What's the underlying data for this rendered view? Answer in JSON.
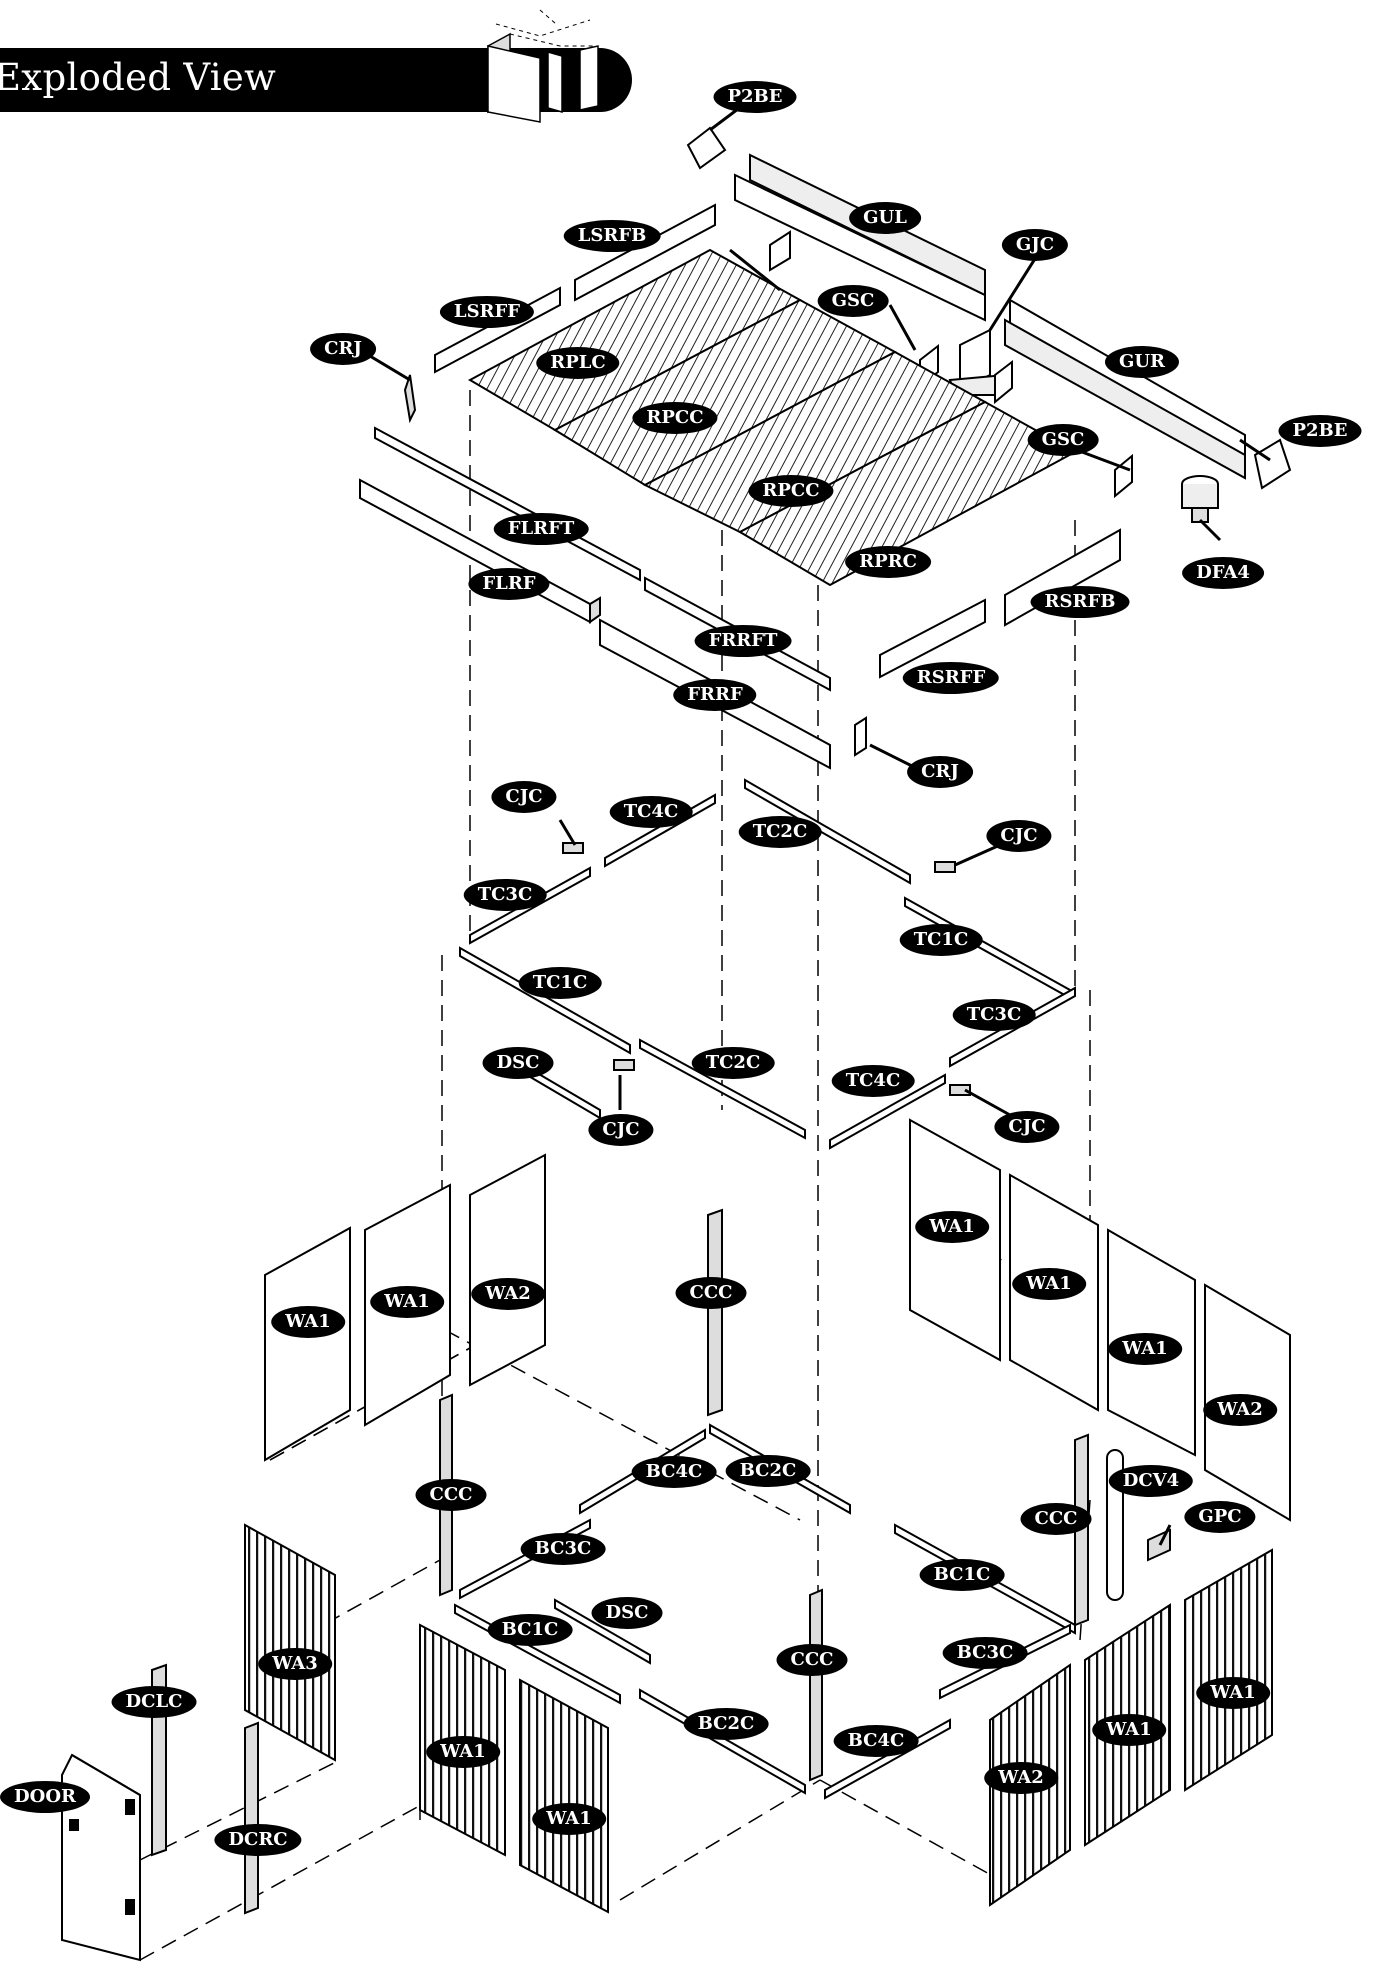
{
  "title": "Exploded View",
  "labels": [
    {
      "id": "p2be-top",
      "text": "P2BE"
    },
    {
      "id": "gul",
      "text": "GUL"
    },
    {
      "id": "gjc",
      "text": "GJC"
    },
    {
      "id": "lsrfb",
      "text": "LSRFB"
    },
    {
      "id": "gsc-top",
      "text": "GSC"
    },
    {
      "id": "lsrff",
      "text": "LSRFF"
    },
    {
      "id": "crj-top",
      "text": "CRJ"
    },
    {
      "id": "rplc",
      "text": "RPLC"
    },
    {
      "id": "gur",
      "text": "GUR"
    },
    {
      "id": "rpcc-1",
      "text": "RPCC"
    },
    {
      "id": "p2be-right",
      "text": "P2BE"
    },
    {
      "id": "gsc-right",
      "text": "GSC"
    },
    {
      "id": "rpcc-2",
      "text": "RPCC"
    },
    {
      "id": "flrft",
      "text": "FLRFT"
    },
    {
      "id": "rprc",
      "text": "RPRC"
    },
    {
      "id": "dfa4",
      "text": "DFA4"
    },
    {
      "id": "flrf",
      "text": "FLRF"
    },
    {
      "id": "rsrfb",
      "text": "RSRFB"
    },
    {
      "id": "frrft",
      "text": "FRRFT"
    },
    {
      "id": "rsrff",
      "text": "RSRFF"
    },
    {
      "id": "frrf",
      "text": "FRRF"
    },
    {
      "id": "crj-mid",
      "text": "CRJ"
    },
    {
      "id": "cjc-1",
      "text": "CJC"
    },
    {
      "id": "tc4c-1",
      "text": "TC4C"
    },
    {
      "id": "tc2c-1",
      "text": "TC2C"
    },
    {
      "id": "cjc-2",
      "text": "CJC"
    },
    {
      "id": "tc3c-1",
      "text": "TC3C"
    },
    {
      "id": "tc1c-1",
      "text": "TC1C"
    },
    {
      "id": "tc1c-2",
      "text": "TC1C"
    },
    {
      "id": "tc3c-2",
      "text": "TC3C"
    },
    {
      "id": "dsc-1",
      "text": "DSC"
    },
    {
      "id": "tc2c-2",
      "text": "TC2C"
    },
    {
      "id": "tc4c-2",
      "text": "TC4C"
    },
    {
      "id": "cjc-3",
      "text": "CJC"
    },
    {
      "id": "cjc-4",
      "text": "CJC"
    },
    {
      "id": "wa1-r1",
      "text": "WA1"
    },
    {
      "id": "wa1-l1",
      "text": "WA1"
    },
    {
      "id": "wa1-l2",
      "text": "WA1"
    },
    {
      "id": "wa2-l",
      "text": "WA2"
    },
    {
      "id": "ccc-1",
      "text": "CCC"
    },
    {
      "id": "wa1-r2",
      "text": "WA1"
    },
    {
      "id": "wa1-r3",
      "text": "WA1"
    },
    {
      "id": "wa2-r",
      "text": "WA2"
    },
    {
      "id": "bc4c-1",
      "text": "BC4C"
    },
    {
      "id": "bc2c-1",
      "text": "BC2C"
    },
    {
      "id": "dcv4",
      "text": "DCV4"
    },
    {
      "id": "ccc-2",
      "text": "CCC"
    },
    {
      "id": "ccc-3",
      "text": "CCC"
    },
    {
      "id": "gpc",
      "text": "GPC"
    },
    {
      "id": "bc3c-1",
      "text": "BC3C"
    },
    {
      "id": "bc1c-1",
      "text": "BC1C"
    },
    {
      "id": "dsc-2",
      "text": "DSC"
    },
    {
      "id": "wa3",
      "text": "WA3"
    },
    {
      "id": "bc1c-2",
      "text": "BC1C"
    },
    {
      "id": "bc3c-2",
      "text": "BC3C"
    },
    {
      "id": "ccc-4",
      "text": "CCC"
    },
    {
      "id": "wa1-fr1",
      "text": "WA1"
    },
    {
      "id": "dclc",
      "text": "DCLC"
    },
    {
      "id": "bc2c-2",
      "text": "BC2C"
    },
    {
      "id": "wa1-fr2",
      "text": "WA1"
    },
    {
      "id": "bc4c-2",
      "text": "BC4C"
    },
    {
      "id": "wa1-fl1",
      "text": "WA1"
    },
    {
      "id": "wa2-fr",
      "text": "WA2"
    },
    {
      "id": "door",
      "text": "DOOR"
    },
    {
      "id": "wa1-fl2",
      "text": "WA1"
    },
    {
      "id": "dcrc",
      "text": "DCRC"
    }
  ]
}
